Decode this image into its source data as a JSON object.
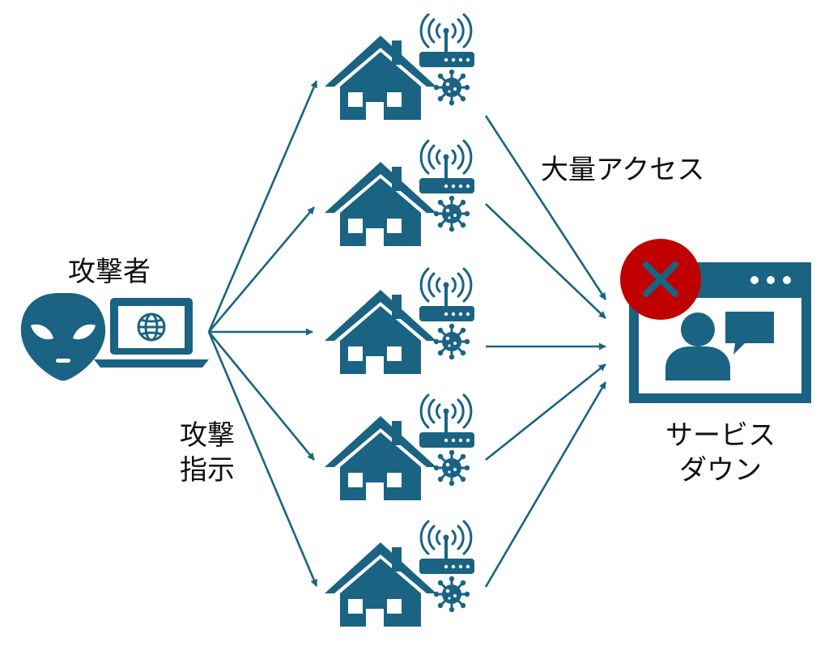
{
  "colors": {
    "primary": "#1a6383",
    "alert": "#c00000",
    "alert_mark": "#1a6383"
  },
  "attacker": {
    "label": "攻撃者",
    "icons": [
      "alien-head-icon",
      "laptop-globe-icon"
    ]
  },
  "command": {
    "line1": "攻撃",
    "line2": "指示"
  },
  "bots": {
    "count": 5,
    "icons": [
      "house-icon",
      "wifi-router-icon",
      "virus-icon"
    ]
  },
  "traffic": {
    "label": "大量アクセス"
  },
  "target": {
    "line1": "サービス",
    "line2": "ダウン",
    "icons": [
      "browser-window-icon",
      "user-icon",
      "chat-bubble-icon",
      "error-x-icon"
    ]
  }
}
